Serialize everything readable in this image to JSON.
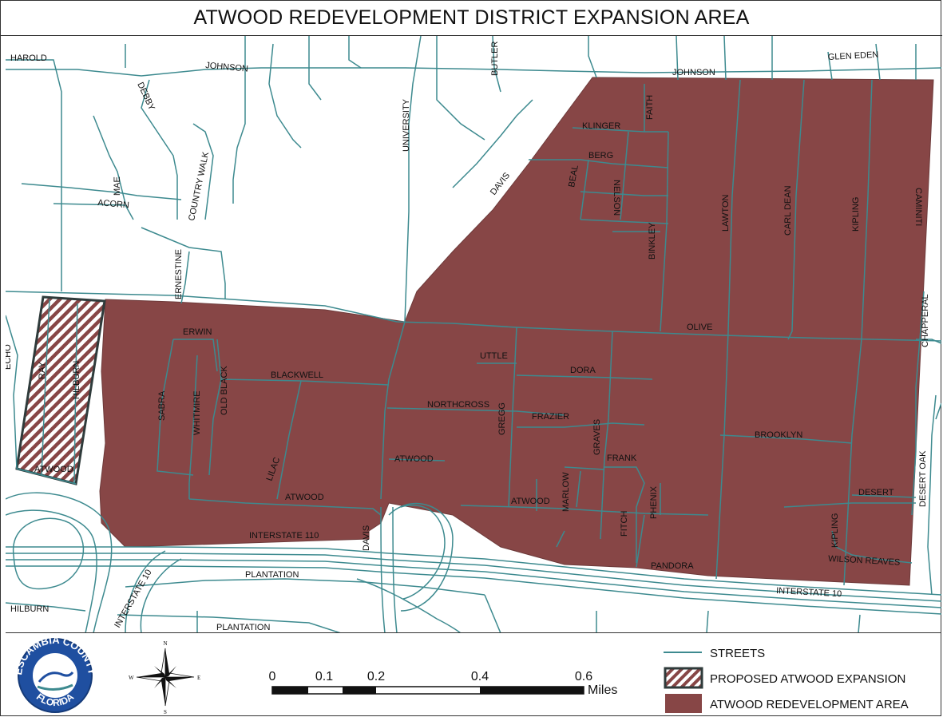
{
  "title": "ATWOOD REDEVELOPMENT DISTRICT EXPANSION AREA",
  "colors": {
    "redevelopment_fill": "#874646",
    "street": "#3d8a8f",
    "boundary": "#2f3b3b",
    "hatch": "#874646"
  },
  "street_labels": {
    "harold": "HAROLD",
    "johnson_w": "JOHNSON",
    "debby": "DEBBY",
    "butler": "BUTLER",
    "johnson_e": "JOHNSON",
    "glen_eden": "GLEN EDEN",
    "university": "UNIVERSITY",
    "faith": "FAITH",
    "klinger": "KLINGER",
    "berg": "BERG",
    "beal": "BEAL",
    "nelson": "NELSON",
    "davis_n": "DAVIS",
    "mae": "MAE",
    "acorn": "ACORN",
    "country_walk": "COUNTRY WALK",
    "lawton": "LAWTON",
    "carl_dean": "CARL DEAN",
    "kipling_n": "KIPLING",
    "caminiti": "CAMINITI",
    "binkley": "BINKLEY",
    "ernestine": "ERNESTINE",
    "chapperal": "CHAPPERAL",
    "olive": "OLIVE",
    "erwin": "ERWIN",
    "echo": "ECHO",
    "ray": "RAY",
    "hilburn_w": "HILBURN",
    "uttle": "UTTLE",
    "dora": "DORA",
    "blackwell": "BLACKWELL",
    "sabra": "SABRA",
    "whitmire": "WHITMIRE",
    "old_black": "OLD BLACK",
    "northcross": "NORTHCROSS",
    "gregg": "GREGG",
    "frazier": "FRAZIER",
    "graves": "GRAVES",
    "brooklyn": "BROOKLYN",
    "desert_oak": "DESERT OAK",
    "frank": "FRANK",
    "atwood_a": "ATWOOD",
    "atwood_b": "ATWOOD",
    "atwood_c": "ATWOOD",
    "atwood_d": "ATWOOD",
    "lilac": "LILAC",
    "marlow": "MARLOW",
    "phenix": "PHENIX",
    "fitch": "FITCH",
    "desert": "DESERT",
    "kipling_s": "KIPLING",
    "interstate110": "INTERSTATE 110",
    "davis_s": "DAVIS",
    "pandora": "PANDORA",
    "wilson_reaves": "WILSON REAVES",
    "interstate10_w": "INTERSTATE 10",
    "plantation_a": "PLANTATION",
    "plantation_b": "PLANTATION",
    "interstate10_e": "INTERSTATE 10",
    "hilburn_s": "HILBURN"
  },
  "legend": {
    "streets": "STREETS",
    "proposed": "PROPOSED ATWOOD EXPANSION",
    "redevelopment": "ATWOOD REDEVELOPMENT AREA"
  },
  "scale_bar": {
    "ticks": [
      "0",
      "0.1",
      "0.2",
      "0.4",
      "0.6"
    ],
    "unit": "Miles"
  },
  "seal": {
    "top_text": "ESCAMBIA COUNTY",
    "bottom_text": "FLORIDA"
  },
  "compass": {
    "n": "N",
    "s": "S",
    "e": "E",
    "w": "W"
  }
}
